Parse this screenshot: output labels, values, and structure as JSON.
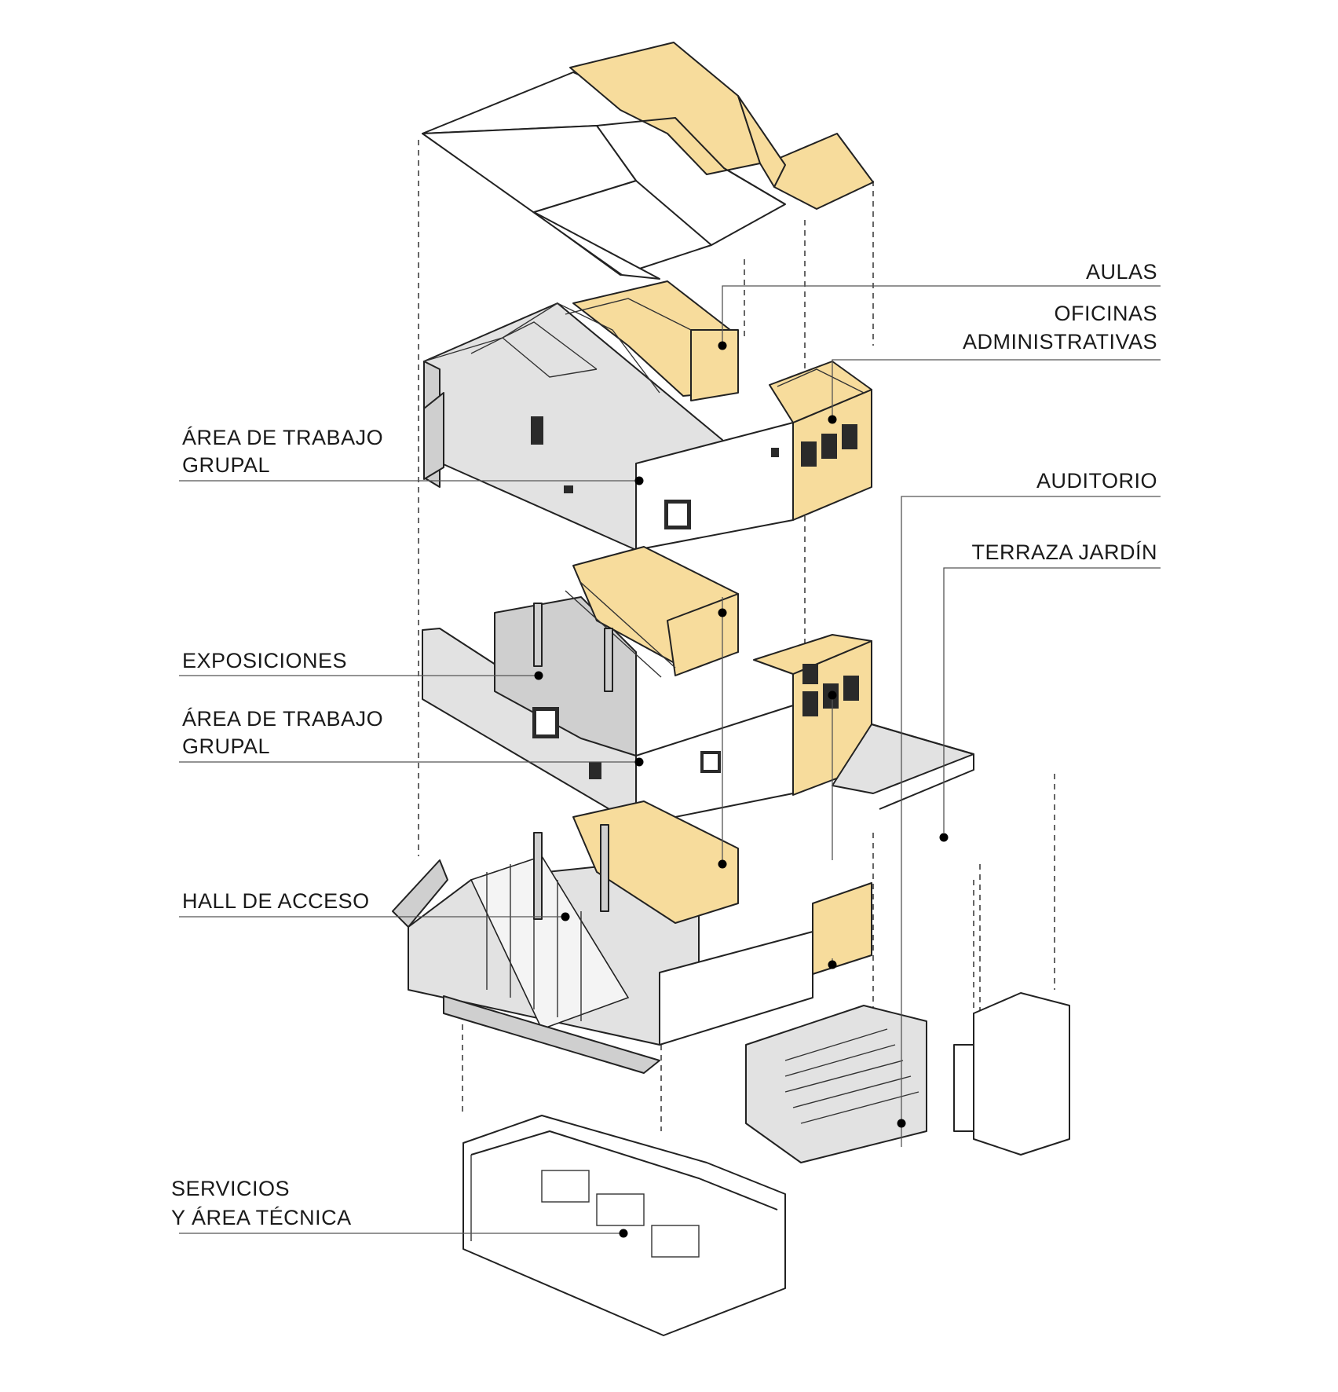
{
  "colors": {
    "highlight": "#f7dc9c",
    "wall_light": "#e2e2e2",
    "wall_dark": "#cfcfcf",
    "line": "#222222"
  },
  "labels": {
    "aulas": "AULAS",
    "oficinas_1": "OFICINAS",
    "oficinas_2": "ADMINISTRATIVAS",
    "trabajo_top_1": "ÁREA DE TRABAJO",
    "trabajo_top_2": "GRUPAL",
    "auditorio": "AUDITORIO",
    "terraza": "TERRAZA JARDÍN",
    "exposiciones": "EXPOSICIONES",
    "trabajo_mid_1": "ÁREA DE TRABAJO",
    "trabajo_mid_2": "GRUPAL",
    "hall": "HALL DE ACCESO",
    "servicios_1": "SERVICIOS",
    "servicios_2": "Y ÁREA TÉCNICA"
  }
}
